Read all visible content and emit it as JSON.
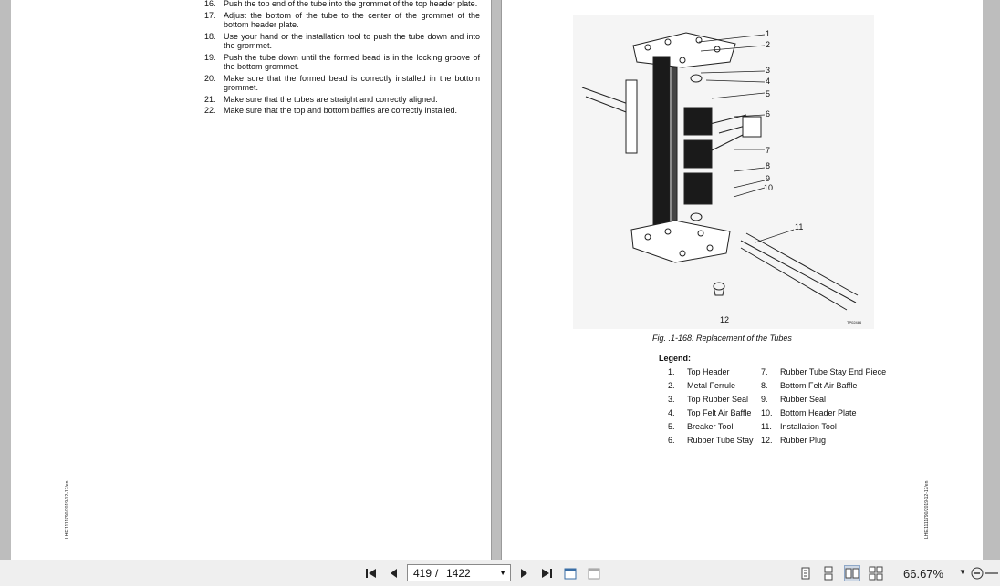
{
  "left_page": {
    "steps": [
      {
        "num": "16.",
        "text": "Push the top end of the tube into the grommet of the top header plate."
      },
      {
        "num": "17.",
        "text": "Adjust the bottom of the tube to the center of the grommet of the bottom header plate."
      },
      {
        "num": "18.",
        "text": "Use your hand or the installation tool to push the tube down and into the grommet."
      },
      {
        "num": "19.",
        "text": "Push the tube down until the formed bead is in the locking groove of the bottom grommet."
      },
      {
        "num": "20.",
        "text": "Make sure that the formed bead is correctly installed in the bottom grommet."
      },
      {
        "num": "21.",
        "text": "Make sure that the tubes are straight and correctly aligned."
      },
      {
        "num": "22.",
        "text": "Make sure that the top and bottom baffles are correctly installed."
      }
    ],
    "side_code": "LHE/1111790/2019-12-17/en"
  },
  "right_page": {
    "callouts": [
      "1",
      "2",
      "3",
      "4",
      "5",
      "6",
      "7",
      "8",
      "9",
      "10",
      "11",
      "12"
    ],
    "figure_code": "TP02486",
    "caption": "Fig. .1-168: Replacement of the Tubes",
    "legend_title": "Legend:",
    "legend_a": [
      {
        "num": "1.",
        "text": "Top Header"
      },
      {
        "num": "2.",
        "text": "Metal Ferrule"
      },
      {
        "num": "3.",
        "text": "Top Rubber Seal"
      },
      {
        "num": "4.",
        "text": "Top Felt Air Baffle"
      },
      {
        "num": "5.",
        "text": "Breaker Tool"
      },
      {
        "num": "6.",
        "text": "Rubber Tube Stay"
      }
    ],
    "legend_b": [
      {
        "num": "7.",
        "text": "Rubber Tube Stay End Piece"
      },
      {
        "num": "8.",
        "text": "Bottom Felt Air Baffle"
      },
      {
        "num": "9.",
        "text": "Rubber Seal"
      },
      {
        "num": "10.",
        "text": "Bottom Header Plate"
      },
      {
        "num": "11.",
        "text": "Installation Tool"
      },
      {
        "num": "12.",
        "text": "Rubber Plug"
      }
    ],
    "side_code": "LHE/1111790/2019-12-17/en"
  },
  "toolbar": {
    "current_page": "419",
    "separator": "/",
    "total_pages": "1422",
    "zoom": "66.67%",
    "icons": [
      "first-page-icon",
      "prev-page-icon",
      "next-page-icon",
      "last-page-icon",
      "fit-page-icon",
      "fit-width-icon",
      "single-page-icon",
      "continuous-icon",
      "two-page-icon",
      "two-page-continuous-icon",
      "zoom-out-icon"
    ]
  }
}
